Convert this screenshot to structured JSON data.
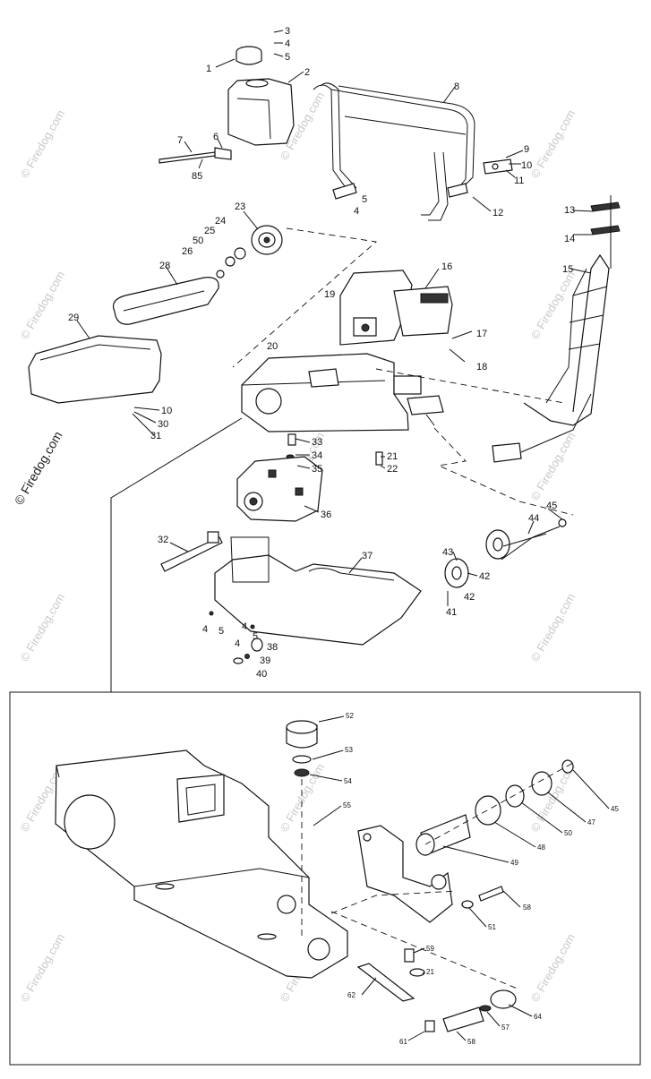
{
  "watermark": {
    "text": "© Firedog.com",
    "main_text": "© Firedog.com"
  },
  "upper_labels": [
    {
      "id": "1",
      "text": "1"
    },
    {
      "id": "2",
      "text": "2"
    },
    {
      "id": "3",
      "text": "3"
    },
    {
      "id": "4a",
      "text": "4"
    },
    {
      "id": "5a",
      "text": "5"
    },
    {
      "id": "6",
      "text": "6"
    },
    {
      "id": "7",
      "text": "7"
    },
    {
      "id": "85",
      "text": "85"
    },
    {
      "id": "8",
      "text": "8"
    },
    {
      "id": "9",
      "text": "9"
    },
    {
      "id": "10a",
      "text": "10"
    },
    {
      "id": "11",
      "text": "11"
    },
    {
      "id": "5b",
      "text": "5"
    },
    {
      "id": "4b",
      "text": "4"
    },
    {
      "id": "12",
      "text": "12"
    },
    {
      "id": "13",
      "text": "13"
    },
    {
      "id": "14",
      "text": "14"
    },
    {
      "id": "15",
      "text": "15"
    },
    {
      "id": "23",
      "text": "23"
    },
    {
      "id": "24",
      "text": "24"
    },
    {
      "id": "25",
      "text": "25"
    },
    {
      "id": "50",
      "text": "50"
    },
    {
      "id": "26",
      "text": "26"
    },
    {
      "id": "28",
      "text": "28"
    },
    {
      "id": "29",
      "text": "29"
    },
    {
      "id": "16",
      "text": "16"
    },
    {
      "id": "19",
      "text": "19"
    },
    {
      "id": "17",
      "text": "17"
    },
    {
      "id": "18",
      "text": "18"
    },
    {
      "id": "20",
      "text": "20"
    },
    {
      "id": "10b",
      "text": "10"
    },
    {
      "id": "30",
      "text": "30"
    },
    {
      "id": "31",
      "text": "31"
    },
    {
      "id": "33",
      "text": "33"
    },
    {
      "id": "34",
      "text": "34"
    },
    {
      "id": "35",
      "text": "35"
    },
    {
      "id": "21a",
      "text": "21"
    },
    {
      "id": "22",
      "text": "22"
    },
    {
      "id": "36",
      "text": "36"
    },
    {
      "id": "32",
      "text": "32"
    },
    {
      "id": "37",
      "text": "37"
    },
    {
      "id": "45a",
      "text": "45"
    },
    {
      "id": "44",
      "text": "44"
    },
    {
      "id": "43",
      "text": "43"
    },
    {
      "id": "42a",
      "text": "42"
    },
    {
      "id": "42b",
      "text": "42"
    },
    {
      "id": "41",
      "text": "41"
    },
    {
      "id": "4c",
      "text": "4"
    },
    {
      "id": "5c",
      "text": "5"
    },
    {
      "id": "4d",
      "text": "4"
    },
    {
      "id": "5d",
      "text": "5"
    },
    {
      "id": "4e",
      "text": "4"
    },
    {
      "id": "38",
      "text": "38"
    },
    {
      "id": "39",
      "text": "39"
    },
    {
      "id": "40",
      "text": "40"
    }
  ],
  "lower_labels": [
    {
      "id": "52",
      "text": "52"
    },
    {
      "id": "53",
      "text": "53"
    },
    {
      "id": "54",
      "text": "54"
    },
    {
      "id": "55",
      "text": "55"
    },
    {
      "id": "45b",
      "text": "45"
    },
    {
      "id": "47",
      "text": "47"
    },
    {
      "id": "50b",
      "text": "50"
    },
    {
      "id": "48",
      "text": "48"
    },
    {
      "id": "49",
      "text": "49"
    },
    {
      "id": "58a",
      "text": "58"
    },
    {
      "id": "51",
      "text": "51"
    },
    {
      "id": "59",
      "text": "59"
    },
    {
      "id": "21b",
      "text": "21"
    },
    {
      "id": "62",
      "text": "62"
    },
    {
      "id": "64",
      "text": "64"
    },
    {
      "id": "57",
      "text": "57"
    },
    {
      "id": "58b",
      "text": "58"
    },
    {
      "id": "61",
      "text": "61"
    }
  ]
}
